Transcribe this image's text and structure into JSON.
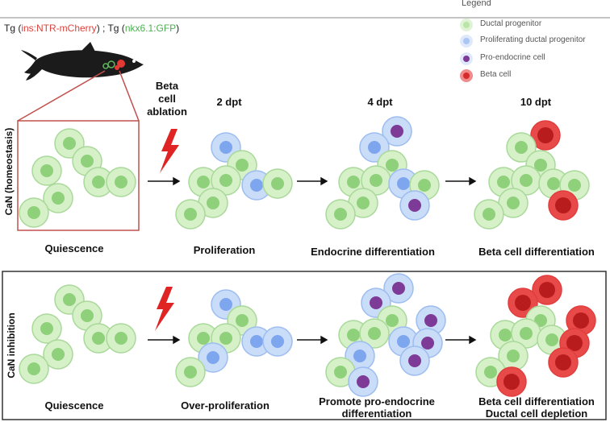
{
  "header": {
    "tg1_prefix": "Tg (",
    "tg1_construct": "ins:NTR-mCherry",
    "tg1_suffix": ") ; Tg (",
    "tg2_construct": "nkx6.1:GFP",
    "tg2_suffix": ")"
  },
  "legend": {
    "title": "Legend",
    "items": [
      {
        "label": "Ductal progenitor",
        "color": "#b9e6a8"
      },
      {
        "label": "Proliferating ductal progenitor",
        "color": "#a9c6f5"
      },
      {
        "label": "Pro-endocrine cell",
        "color": "#7d3a97"
      },
      {
        "label": "Beta cell",
        "color": "#e53935"
      }
    ]
  },
  "ablation_label": {
    "line1": "Beta",
    "line2": "cell",
    "line3": "ablation"
  },
  "top_row": {
    "side_label": "CaN (homeostasis)",
    "timepoints": [
      "2 dpt",
      "4 dpt",
      "10 dpt"
    ],
    "captions": [
      "Quiescence",
      "Proliferation",
      "Endocrine differentiation",
      "Beta cell differentiation"
    ]
  },
  "bottom_row": {
    "side_label": "CaN inhibition",
    "captions": [
      "Quiescence",
      "Over-proliferation",
      "Promote pro-endocrine",
      "differentiation",
      "Beta cell differentiation",
      "Ductal cell depletion"
    ]
  },
  "colors": {
    "ductal_fill": "#d6f0c8",
    "ductal_stroke": "#a9d99a",
    "ductal_nucleus": "#8fd07b",
    "prolif_fill": "#c9dcf8",
    "prolif_stroke": "#9dbdf0",
    "prolif_nucleus": "#7ea6ee",
    "proendo_nucleus": "#7d3a97",
    "beta_fill": "#e84a4a",
    "beta_nucleus": "#b81c1c",
    "box_red": "#c0504d",
    "bolt": "#e02424"
  }
}
